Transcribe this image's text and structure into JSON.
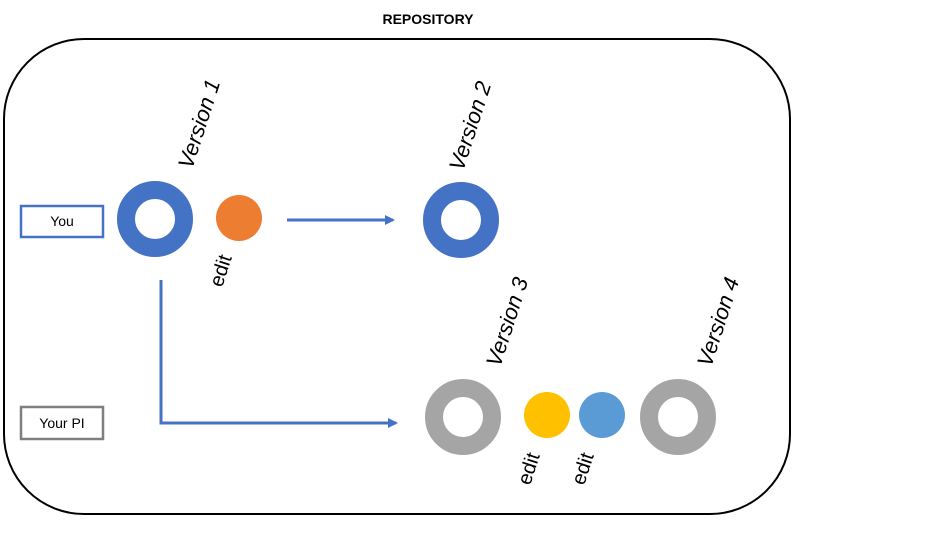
{
  "title": "REPOSITORY",
  "actors": {
    "you": "You",
    "pi": "Your PI"
  },
  "versions": {
    "v1": "Version 1",
    "v2": "Version 2",
    "v3": "Version 3",
    "v4": "Version 4"
  },
  "edits": {
    "e1": "edit",
    "e2": "edit",
    "e3": "edit"
  },
  "colors": {
    "blue": "#4472C4",
    "orange": "#ED7D31",
    "yellow": "#FFC000",
    "lightblue": "#5B9BD5",
    "gray": "#A5A5A5"
  }
}
